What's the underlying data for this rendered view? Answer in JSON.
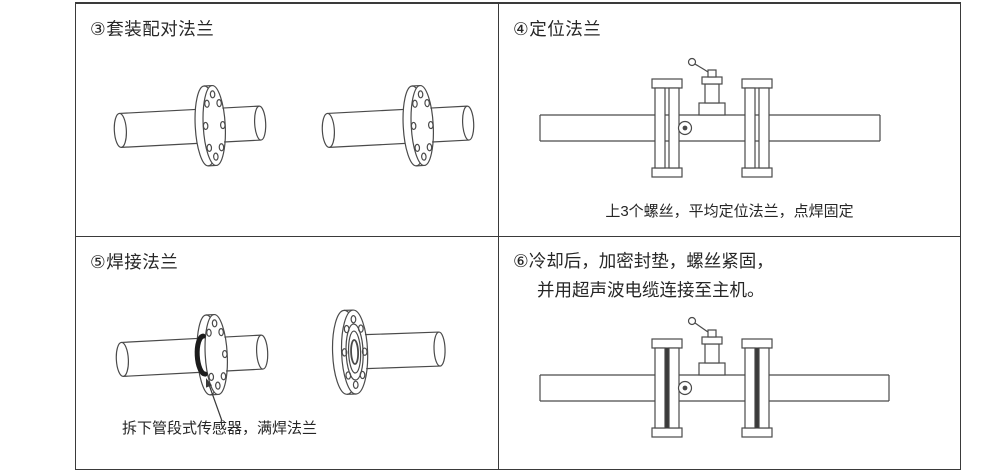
{
  "colors": {
    "background": "#ffffff",
    "border": "#3a3a3a",
    "line": "#4a4a4a",
    "weld": "#1c1c1c",
    "text": "#262626"
  },
  "panels": {
    "step3": {
      "title": "③套装配对法兰"
    },
    "step4": {
      "title": "④定位法兰",
      "caption": "上3个螺丝，平均定位法兰，点焊固定"
    },
    "step5": {
      "title": "⑤焊接法兰",
      "annotation": "拆下管段式传感器，满焊法兰"
    },
    "step6": {
      "title_line1": "⑥冷却后，加密封垫，螺丝紧固，",
      "title_line2": "并用超声波电缆连接至主机。"
    }
  }
}
